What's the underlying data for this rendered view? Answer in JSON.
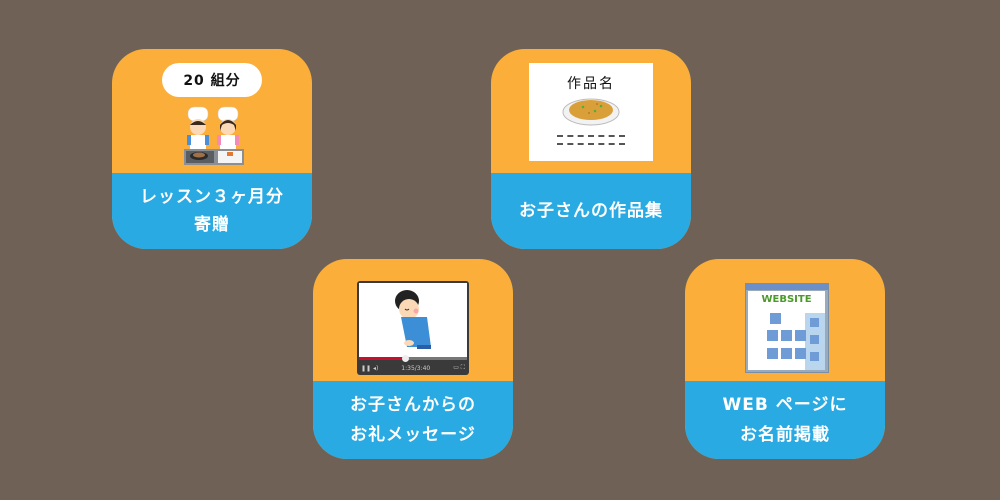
{
  "colors": {
    "background": "#6f6156",
    "card_top": "#fbaf3a",
    "card_bottom": "#29aae2",
    "label_text": "#ffffff"
  },
  "cards": [
    {
      "id": "lesson-gift",
      "badge": "20 組分",
      "illustration": "two-child-chefs-cooking",
      "label_lines": [
        "レッスン３ヶ月分",
        "寄贈"
      ]
    },
    {
      "id": "children-works",
      "illustration": "artwork-card-fried-rice",
      "artwork_title": "作品名",
      "label_lines": [
        "お子さんの作品集"
      ]
    },
    {
      "id": "thank-you-message",
      "illustration": "video-player-bowing-child",
      "video_time": "1:35/3:40",
      "label_lines": [
        "お子さんからの",
        "お礼メッセージ"
      ]
    },
    {
      "id": "website-listing",
      "illustration": "website-page",
      "website_logo": "WEBSITE",
      "label_lines": [
        "WEB ページに",
        "お名前掲載"
      ]
    }
  ]
}
